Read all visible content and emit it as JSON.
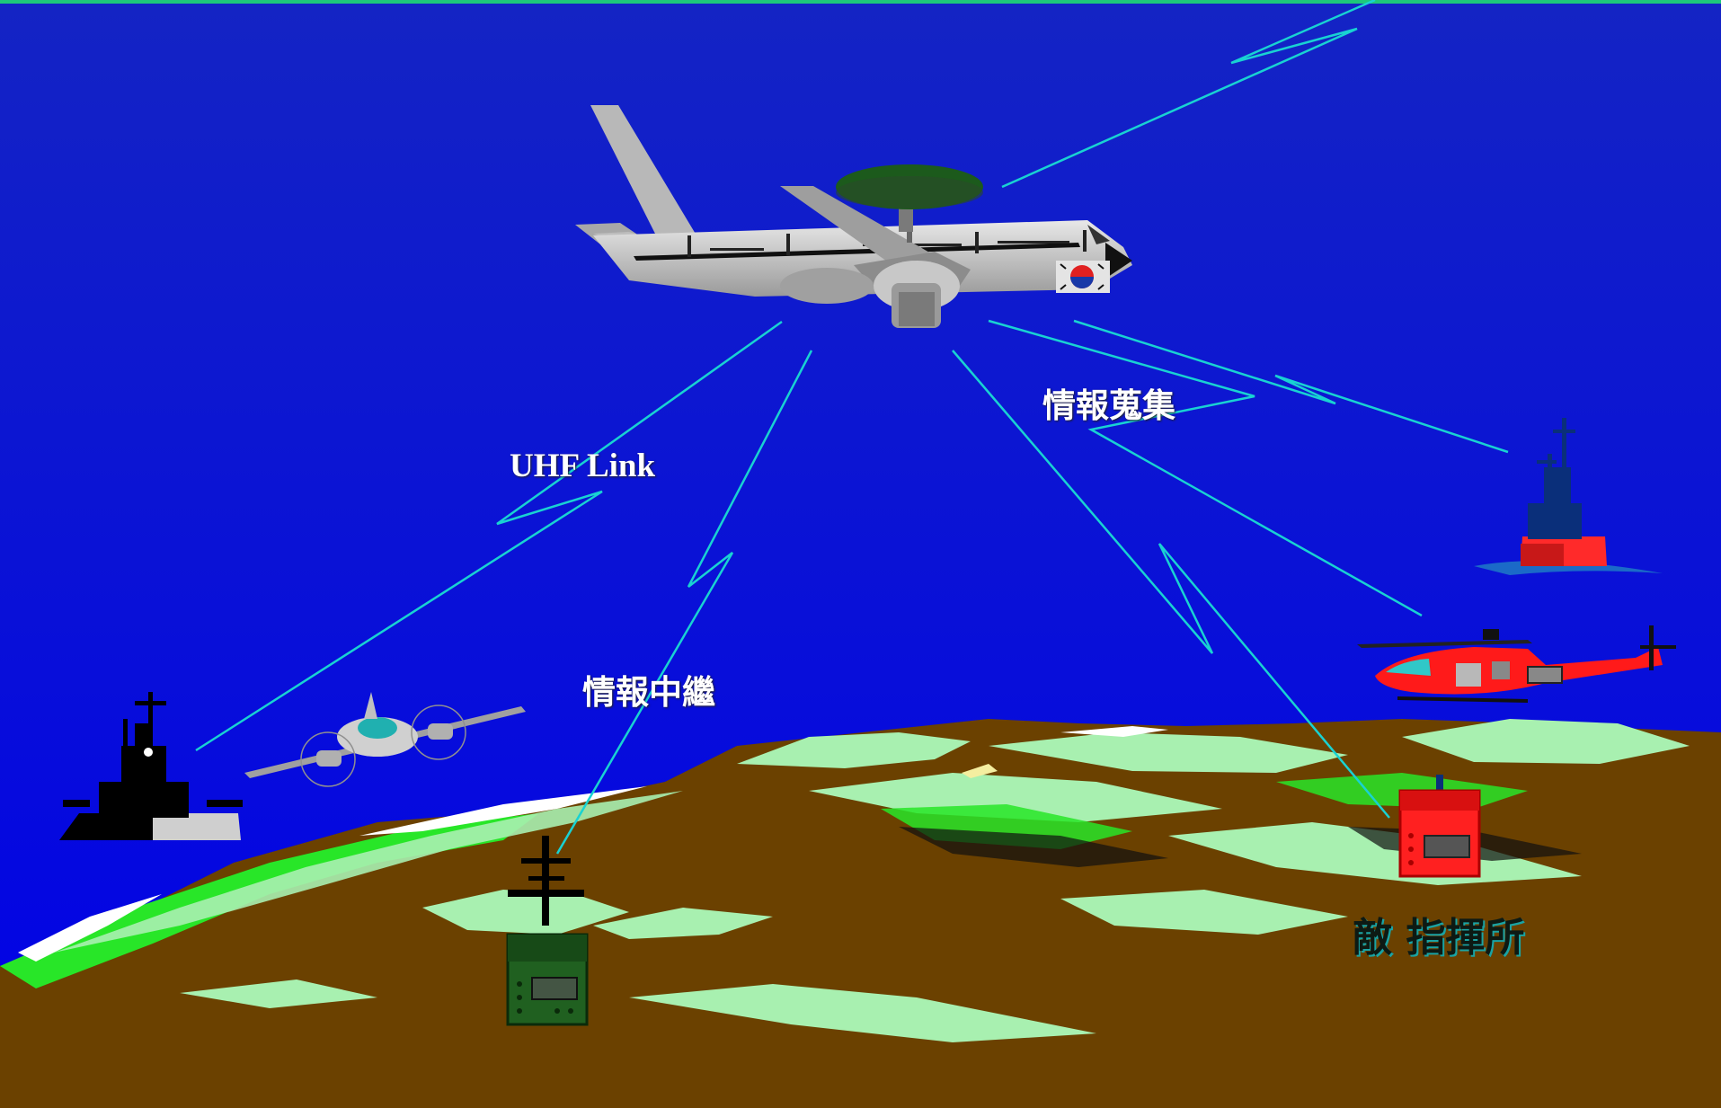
{
  "labels": {
    "uhf_link": "UHF Link",
    "info_relay": "情報中繼",
    "info_collection": "情報蒐集",
    "enemy_command_post": "敵 指揮所"
  },
  "colors": {
    "sky_top": "#1020c8",
    "sky_bottom": "#0000e6",
    "link_line": "#19d2d2",
    "terrain_brown": "#6b4100",
    "terrain_light_green": "#a8f0b0",
    "terrain_bright_green": "#28e628",
    "enemy_red": "#ff2020",
    "friendly_green": "#206020"
  },
  "icons": [
    "awacs-aircraft-icon",
    "friendly-warship-icon",
    "patrol-aircraft-icon",
    "ground-relay-station-icon",
    "enemy-warship-icon",
    "enemy-helicopter-icon",
    "enemy-command-post-icon"
  ]
}
